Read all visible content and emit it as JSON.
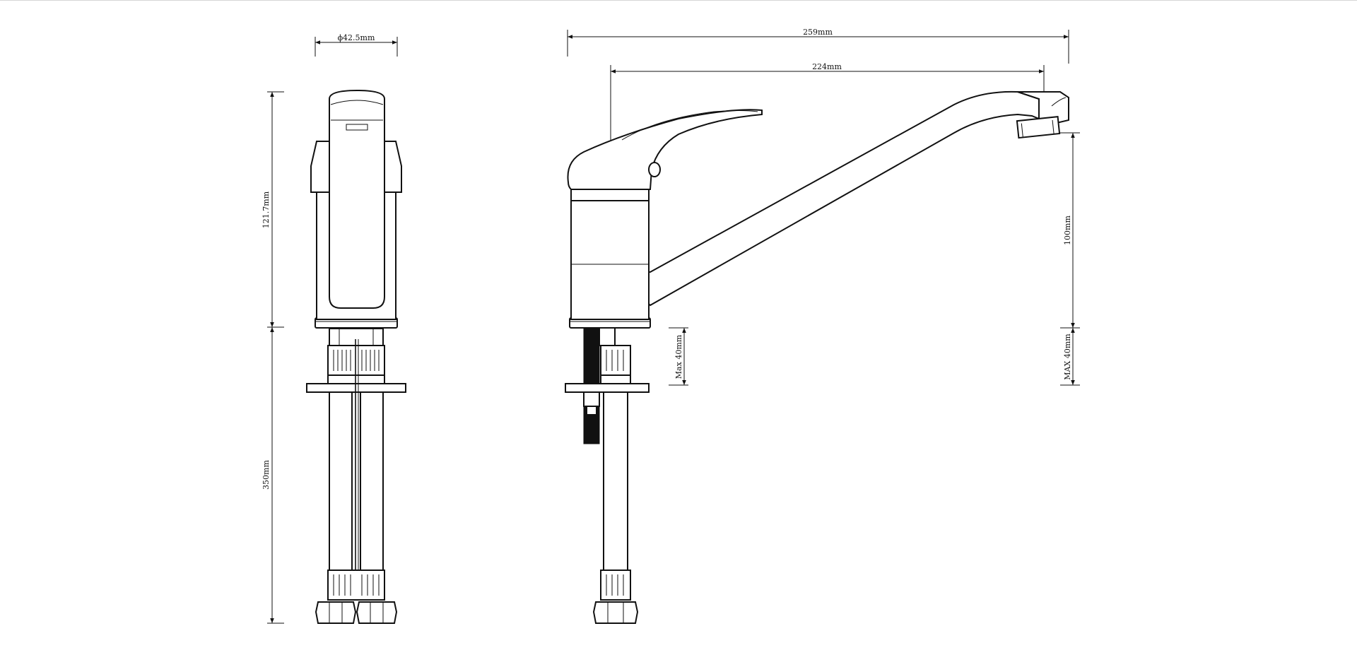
{
  "drawing": {
    "front_view": {
      "diameter_label": "ϕ42.5mm",
      "body_height_label": "121.7mm",
      "hose_length_label": "350mm"
    },
    "side_view": {
      "overall_length_label": "259mm",
      "spout_reach_label": "224mm",
      "spout_height_label": "100mm",
      "deck_thickness_label": "Max 40mm",
      "deck_thickness_label_right": "MAX 40mm"
    }
  }
}
